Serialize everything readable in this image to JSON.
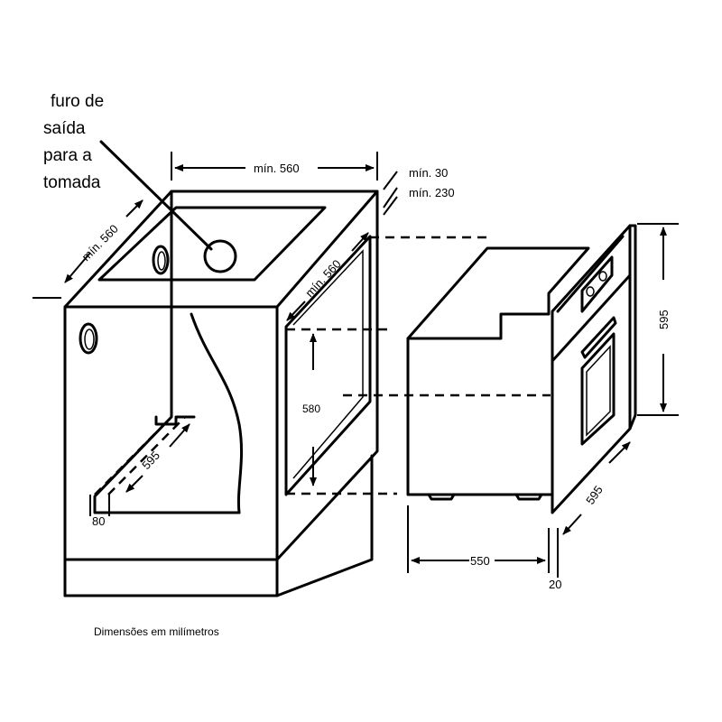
{
  "callout": {
    "line1": "furo de",
    "line2": "saída",
    "line3": "para a",
    "line4": "tomada"
  },
  "dimensions": {
    "cabinet_width": "mín. 560",
    "cabinet_side_depth": "mín. 560",
    "cabinet_depth_right": "mín. 560",
    "gap_top_1": "mín. 30",
    "gap_top_2": "mín. 230",
    "inner_height": "580",
    "floor_depth": "595",
    "floor_offset": "80",
    "oven_height": "595",
    "oven_width": "595",
    "oven_depth": "550",
    "oven_front": "20"
  },
  "caption": "Dimensões em milímetros"
}
